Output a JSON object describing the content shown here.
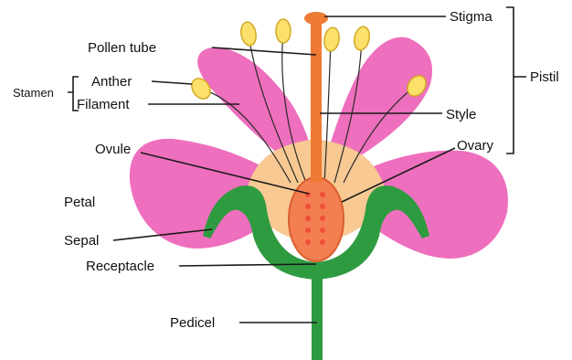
{
  "labels": {
    "stigma": "Stigma",
    "pollen_tube": "Pollen tube",
    "pistil": "Pistil",
    "stamen": "Stamen",
    "anther": "Anther",
    "filament": "Filament",
    "style": "Style",
    "ovule": "Ovule",
    "ovary": "Ovary",
    "petal": "Petal",
    "sepal": "Sepal",
    "receptacle": "Receptacle",
    "pedicel": "Pedicel"
  },
  "colors": {
    "petal": "#ee6fbd",
    "inner_yellow": "#f8c993",
    "style": "#ef7a33",
    "ovary": "#f37e52",
    "ovule": "#ee4f38",
    "sepal": "#2f9b41",
    "anther": "#fbe16b"
  }
}
